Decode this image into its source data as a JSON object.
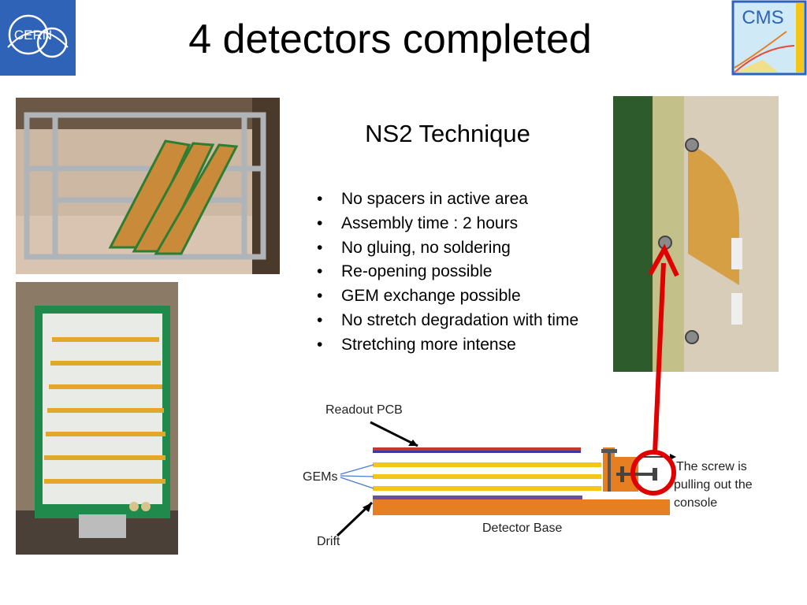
{
  "slide": {
    "title": "4 detectors completed",
    "subtitle": "NS2 Technique",
    "bullets": [
      "No spacers in active area",
      "Assembly time : 2 hours",
      "No gluing, no soldering",
      "Re-opening possible",
      "GEM exchange possible",
      "No stretch degradation with time",
      "Stretching more intense"
    ]
  },
  "logos": {
    "left": "CERN",
    "right": "CMS"
  },
  "diagram": {
    "readout_label": "Readout PCB",
    "gems_label": "GEMs",
    "drift_label": "Drift",
    "base_label": "Detector Base",
    "screw_line1": "The screw is",
    "screw_line2": "pulling out the",
    "screw_line3": "console"
  },
  "colors": {
    "cern_blue": "#2f63b8",
    "readout_red": "#c0392b",
    "gem_yellow": "#f5c518",
    "drift_purple": "#6a4fa0",
    "base_orange": "#e67e22",
    "highlight_red": "#e00000"
  }
}
